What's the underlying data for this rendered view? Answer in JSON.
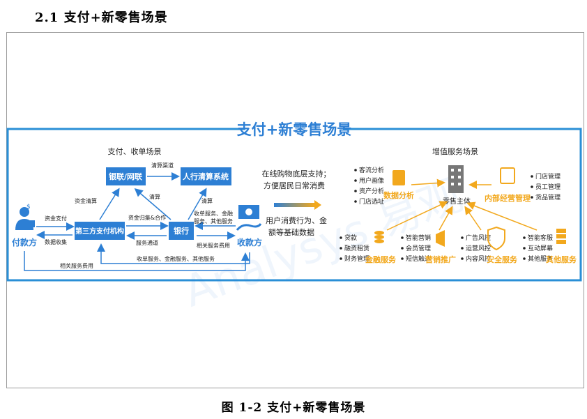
{
  "section_title": "2.1 支付+新零售场景",
  "caption": "图 1-2 支付+新零售场景",
  "colors": {
    "frame": "#2a8fd6",
    "box": "#2d7fd4",
    "accent_orange": "#f2a81d",
    "text": "#222222"
  },
  "diagram": {
    "title": "支付+新零售场景",
    "left_heading": "支付、收单场景",
    "payer": "付款方",
    "payee": "收款方",
    "unionpay": "银联/网联",
    "pboc": "人行清算系统",
    "third_party": "第三方支付机构",
    "bank": "银行",
    "edge_settlement_channel": "清算渠道",
    "edge_fund_clearing": "资金清算",
    "edge_settle_left": "清算",
    "edge_settle_right": "清算",
    "edge_fund_pay": "资金支付",
    "edge_data_collect": "数据收集",
    "edge_fund_collect": "资金归集&合作",
    "edge_service_channel": "服务通道",
    "edge_acquiring_line1": "收单服务、金融",
    "edge_acquiring_line2": "服务、其他服务",
    "edge_related_fee_right": "相关服务费用",
    "edge_related_fee_bottom": "相关服务费用",
    "edge_bottom_services": "收单服务、金融服务、其他服务",
    "middle_line1": "在线购物底层支持；",
    "middle_line2": "方便居民日常消费",
    "middle_line3": "用户消费行为、金",
    "middle_line4": "额等基础数据",
    "right_heading": "增值服务场景",
    "retail_subject": "零售主体",
    "data_analysis": "数据分析",
    "data_items": [
      "客流分析",
      "用户画像",
      "资产分析",
      "门店选址"
    ],
    "internal_ops": "内部经营管理",
    "ops_items": [
      "门店管理",
      "员工管理",
      "货品管理"
    ],
    "financial_services": "金融服务",
    "fin_items": [
      "贷款",
      "融资租赁",
      "财务管理"
    ],
    "marketing": "营销推广",
    "mkt_items": [
      "智能营销",
      "会员管理",
      "短信触达"
    ],
    "security": "安全服务",
    "sec_items": [
      "广告风控",
      "运营风控",
      "内容风控"
    ],
    "other_services": "其他服务",
    "other_items": [
      "智能客服",
      "互动屏幕",
      "其他服务"
    ]
  }
}
